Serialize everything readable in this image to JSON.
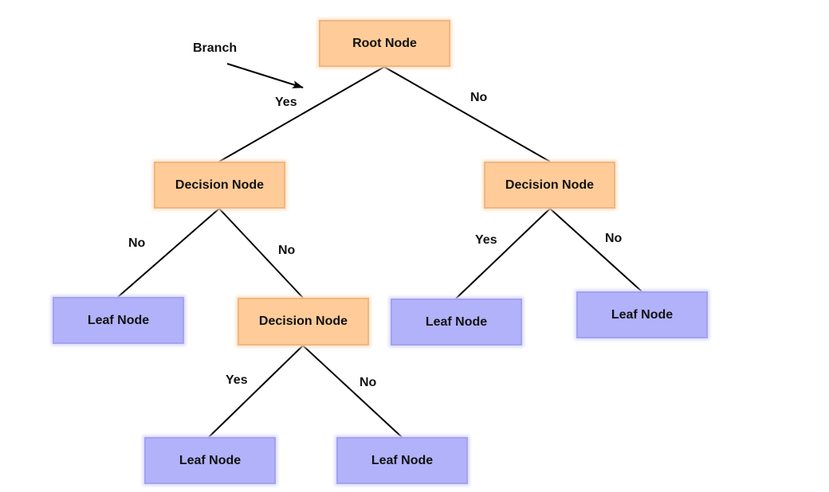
{
  "diagram": {
    "annotation": "Branch",
    "colors": {
      "decision_fill": "#ffcc99",
      "leaf_fill": "#b2b2fb",
      "line": "#000000"
    },
    "nodes": {
      "root": "Root Node",
      "decision_left": "Decision Node",
      "decision_right": "Decision Node",
      "leaf_left": "Leaf Node",
      "decision_mid": "Decision Node",
      "leaf_right_1": "Leaf Node",
      "leaf_right_2": "Leaf Node",
      "leaf_bottom_1": "Leaf Node",
      "leaf_bottom_2": "Leaf Node"
    },
    "edge_labels": {
      "root_left": "Yes",
      "root_right": "No",
      "left_leaf": "No",
      "left_mid": "No",
      "right_leaf1": "Yes",
      "right_leaf2": "No",
      "mid_leaf1": "Yes",
      "mid_leaf2": "No"
    }
  }
}
